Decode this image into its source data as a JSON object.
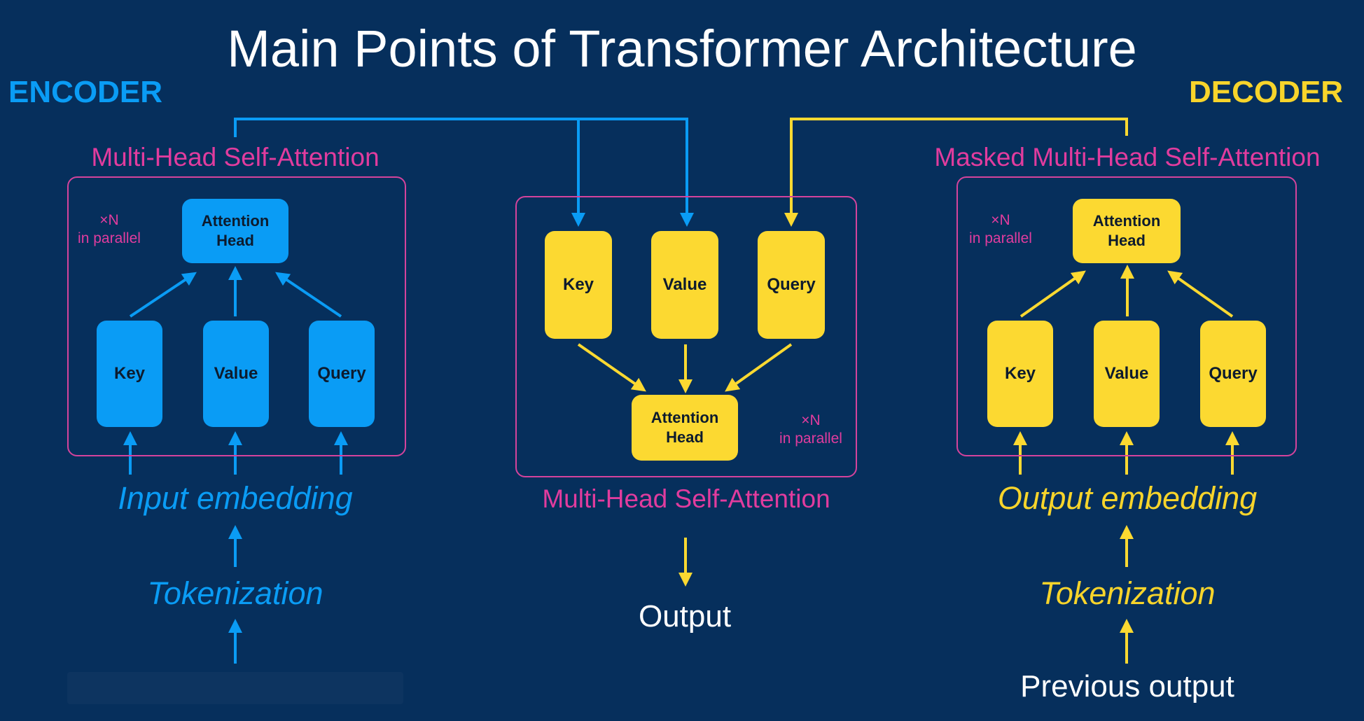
{
  "title": "Main Points of Transformer Architecture",
  "encoder": {
    "heading": "ENCODER",
    "module_label": "Multi-Head Self-Attention",
    "parallel_note": "×N\nin parallel",
    "attention_head": "Attention\nHead",
    "key": "Key",
    "value": "Value",
    "query": "Query",
    "embedding": "Input embedding",
    "tokenization": "Tokenization"
  },
  "middle": {
    "module_label": "Multi-Head Self-Attention",
    "key": "Key",
    "value": "Value",
    "query": "Query",
    "attention_head": "Attention\nHead",
    "parallel_note": "×N\nin parallel",
    "output": "Output"
  },
  "decoder": {
    "heading": "DECODER",
    "module_label": "Masked Multi-Head Self-Attention",
    "parallel_note": "×N\nin parallel",
    "attention_head": "Attention\nHead",
    "key": "Key",
    "value": "Value",
    "query": "Query",
    "embedding": "Output embedding",
    "tokenization": "Tokenization",
    "previous_output": "Previous output"
  },
  "colors": {
    "background": "#062f5c",
    "encoder_blue": "#0a9cf5",
    "decoder_yellow": "#fcd931",
    "frame_pink": "#d4439c",
    "title_white": "#ffffff"
  }
}
